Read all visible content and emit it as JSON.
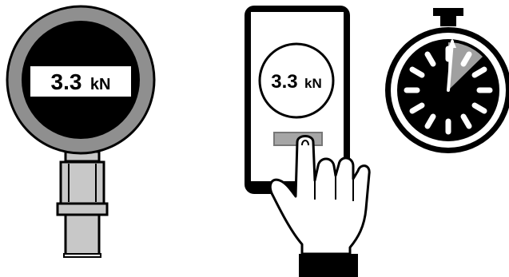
{
  "gauge": {
    "value": "3.3",
    "unit": "kN"
  },
  "phone": {
    "value": "3.3",
    "unit": "kN"
  },
  "stopwatch": {
    "elapsed_sector_fraction": 0.11
  },
  "colors": {
    "ink": "#000000",
    "gauge_ring": "#8f8f8f",
    "stem_fill": "#c8c8c8",
    "phone_button": "#a6a6a6",
    "sector": "#a0a0a0",
    "paper": "#ffffff"
  },
  "icons": [
    "force-gauge-icon",
    "smartphone-icon",
    "pointing-hand-icon",
    "stopwatch-icon"
  ]
}
